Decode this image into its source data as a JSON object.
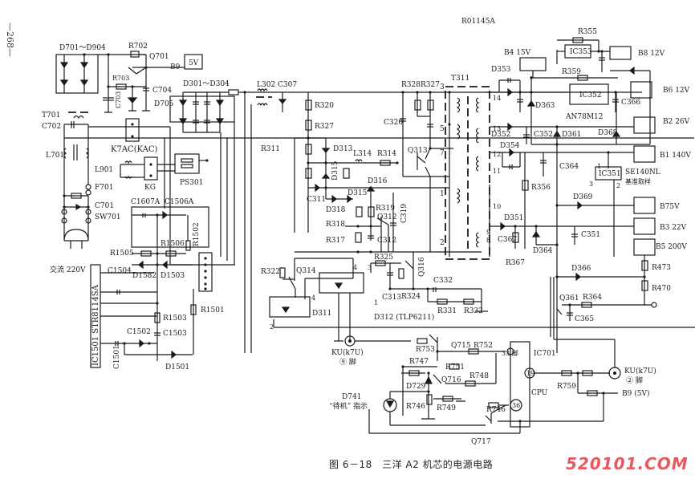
{
  "page_number": "—268—",
  "part_code": "R01145A",
  "caption": "图 6－18　三洋 A2 机芯的电源电路",
  "watermark": "520101.COM",
  "labels": {
    "d701_d904": "D701～D904",
    "r702": "R702",
    "q701": "Q701",
    "b9": "B9",
    "v5": "5V",
    "r703": "R703",
    "c703": "C703",
    "c704": "C704",
    "d705": "D705",
    "d301_d304": "D301～D304",
    "t701": "T701",
    "c702": "C702",
    "k7ac": "K7AC(KAC)",
    "l701": "L701",
    "l901": "L901",
    "kg": "KG",
    "ps301": "PS301",
    "f701": "F701",
    "c701": "C701",
    "sw701": "SW701",
    "ac220": "交流 220V",
    "c1607a": "C1607A",
    "c1506a": "C1506A",
    "r1502": "R1502",
    "r1505": "R1505",
    "r1506": "R1506",
    "d1582": "D1582",
    "d1503": "D1503",
    "c1504": "C1504",
    "ic1501": "IC1501 STR8114SA",
    "r1503": "R1503",
    "c1503": "C1503",
    "c1502": "C1502",
    "r1501": "R1501",
    "c1501": "C1501",
    "d1501": "D1501",
    "l302": "L302",
    "c307": "C307",
    "r320": "R320",
    "r327a": "R327",
    "r311": "R311",
    "d313": "D313",
    "l314": "L314",
    "r314": "R314",
    "d315v": "D315",
    "c311": "C311",
    "d318": "D318",
    "d315": "D315",
    "d316": "D316",
    "r319": "R319",
    "r318": "R318",
    "q312": "Q312",
    "c319": "C319",
    "r317": "R317",
    "c312": "C312",
    "r328": "R328",
    "r327": "R327",
    "c320": "C320",
    "q313": "Q313",
    "t311": "T311",
    "r322": "R322",
    "q314": "Q314",
    "d311": "D311",
    "r325": "R325",
    "c313": "C313",
    "r324": "R324",
    "q316": "Q316",
    "c332": "C332",
    "r331": "R331",
    "r332": "R332",
    "d312": "D312 (TLP6211)",
    "ku9": "KU(k7U)",
    "ku9_pin": "⑨ 脚",
    "r753": "R753",
    "q715": "Q715",
    "r752": "R752",
    "pin33": "33 脚",
    "ic701": "IC701",
    "r747": "R747",
    "r751": "R751",
    "r748": "R748",
    "d729": "D729",
    "q716": "Q716",
    "d741": "D741",
    "standby": "“待机” 指示",
    "r746a": "R746",
    "r749": "R749",
    "r746b": "R746",
    "q717": "Q717",
    "pin19": "19",
    "pin36": "36",
    "cpu": "CPU",
    "r759": "R759",
    "ku2": "KU(k7U)",
    "ku2_pin": "② 脚",
    "b9_5v": "B9 (5V)",
    "d353": "D353",
    "d363": "D363",
    "d352": "D352",
    "c352": "C352",
    "d361": "D361",
    "d354": "D354",
    "r356": "R356",
    "c364": "C364",
    "d351": "D351",
    "c367": "C367",
    "r367": "R367",
    "d364": "D364",
    "c351": "C351",
    "b4_15v": "B4 15V",
    "r355": "R355",
    "ic353": "IC353",
    "b8_12v": "B8 12V",
    "r359": "R359",
    "ic352": "IC352",
    "an78m12": "AN78M12",
    "c366": "C366",
    "b6_12v": "B6 12V",
    "d368": "D368",
    "b2_26v": "B2 26V",
    "b1_140v": "B1 140V",
    "ic351": "IC351",
    "se140nl": "SE140NL",
    "ref_sample": "基准取样",
    "d369": "D369",
    "b7_5v": "B75V",
    "b3_22v": "B3 22V",
    "b5_200v": "B5 200V",
    "r473": "R473",
    "r470": "R470",
    "d366": "D366",
    "q361": "Q361",
    "r364": "R364",
    "c365": "C365",
    "pin1": "1",
    "pin2": "2",
    "pin3": "3",
    "pin4": "4",
    "t3": "3",
    "t5": "5",
    "t7": "7",
    "t1": "1",
    "t2": "2",
    "t14": "14",
    "t13": "13",
    "t12": "12",
    "t11": "11",
    "t10": "10",
    "t9": "9",
    "t8": "8"
  }
}
